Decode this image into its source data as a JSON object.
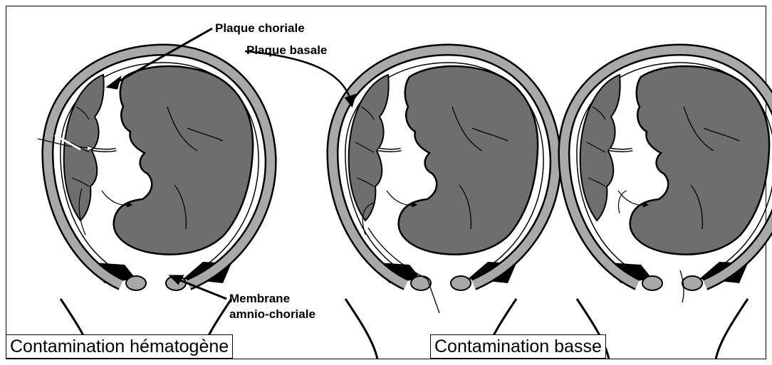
{
  "labels": {
    "chorionic_plate": "Plaque choriale",
    "basal_plate": "Plaque basale",
    "membrane_line1": "Membrane",
    "membrane_line2": "amnio-choriale"
  },
  "captions": {
    "hematogenous": "Contamination hématogène",
    "ascending": "Contamination basse"
  },
  "colors": {
    "fetus": "#6e6e6e",
    "uterus_wall": "#a8a8a8",
    "outline": "#000000",
    "background": "#ffffff"
  }
}
